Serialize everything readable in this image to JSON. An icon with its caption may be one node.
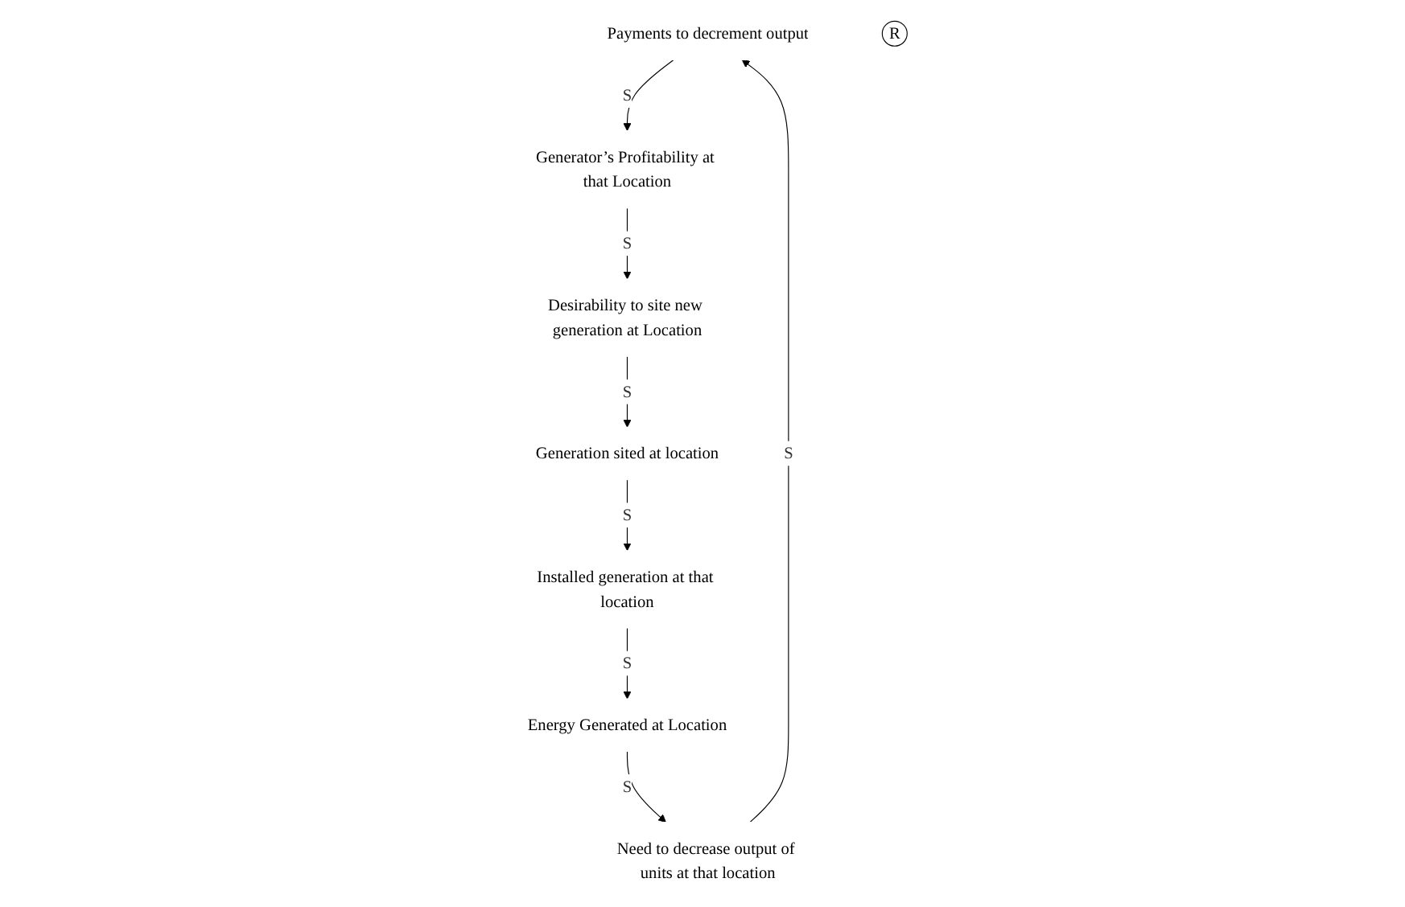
{
  "diagram": {
    "nodes": [
      {
        "text": [
          "Payments to decrement output"
        ]
      },
      {
        "text": [
          "Generator’s Profitability at that Location"
        ]
      },
      {
        "text": [
          "Desirability to site new generation at Location"
        ]
      },
      {
        "text": [
          "Generation sited at location"
        ]
      },
      {
        "text": [
          "Installed generation at that location"
        ]
      },
      {
        "text": [
          "Energy Generated at Location"
        ]
      },
      {
        "text": [
          "Need to decrease output of units at that location"
        ]
      },
      {
        "text": [
          "R"
        ]
      }
    ],
    "edges": [
      {
        "from": 0,
        "to": 1,
        "arrow": "to",
        "label": "S"
      },
      {
        "from": 1,
        "to": 2,
        "arrow": "to",
        "label": "S"
      },
      {
        "from": 2,
        "to": 3,
        "arrow": "to",
        "label": "S"
      },
      {
        "from": 3,
        "to": 4,
        "arrow": "to",
        "label": "S"
      },
      {
        "from": 4,
        "to": 5,
        "arrow": "to",
        "label": "S"
      },
      {
        "from": 5,
        "to": 6,
        "arrow": "to",
        "label": "S"
      },
      {
        "from": 6,
        "to": 0,
        "arrow": "to",
        "label": "S"
      }
    ]
  }
}
